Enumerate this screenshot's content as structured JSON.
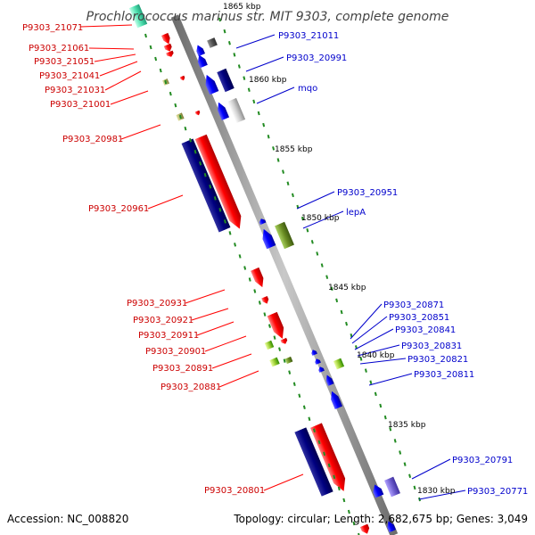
{
  "title": "Prochlorococcus marinus str. MIT 9303, complete genome",
  "footer": {
    "accession": "Accession: NC_008820",
    "topology": "Topology: circular; Length: 2,682,675 bp; Genes: 3,049"
  },
  "scale_labels": [
    "1865 kbp",
    "1860 kbp",
    "1855 kbp",
    "1850 kbp",
    "1845 kbp",
    "1840 kbp",
    "1835 kbp",
    "1830 kbp"
  ],
  "left_labels": [
    "P9303_21071",
    "P9303_21061",
    "P9303_21051",
    "P9303_21041",
    "P9303_21031",
    "P9303_21001",
    "P9303_20981",
    "P9303_20961",
    "P9303_20931",
    "P9303_20921",
    "P9303_20911",
    "P9303_20901",
    "P9303_20891",
    "P9303_20881",
    "P9303_20801"
  ],
  "right_labels": [
    "P9303_21011",
    "P9303_20991",
    "mqo",
    "P9303_20951",
    "lepA",
    "P9303_20871",
    "P9303_20851",
    "P9303_20841",
    "P9303_20831",
    "P9303_20821",
    "P9303_20811",
    "P9303_20791",
    "P9303_20771"
  ],
  "colors": {
    "forward_strand": "#ff0000",
    "reverse_strand": "#0000ff",
    "left_label": "#cc0000",
    "right_label": "#0000cc",
    "tick": "#228b22",
    "backbone": "#8c8c8c"
  }
}
